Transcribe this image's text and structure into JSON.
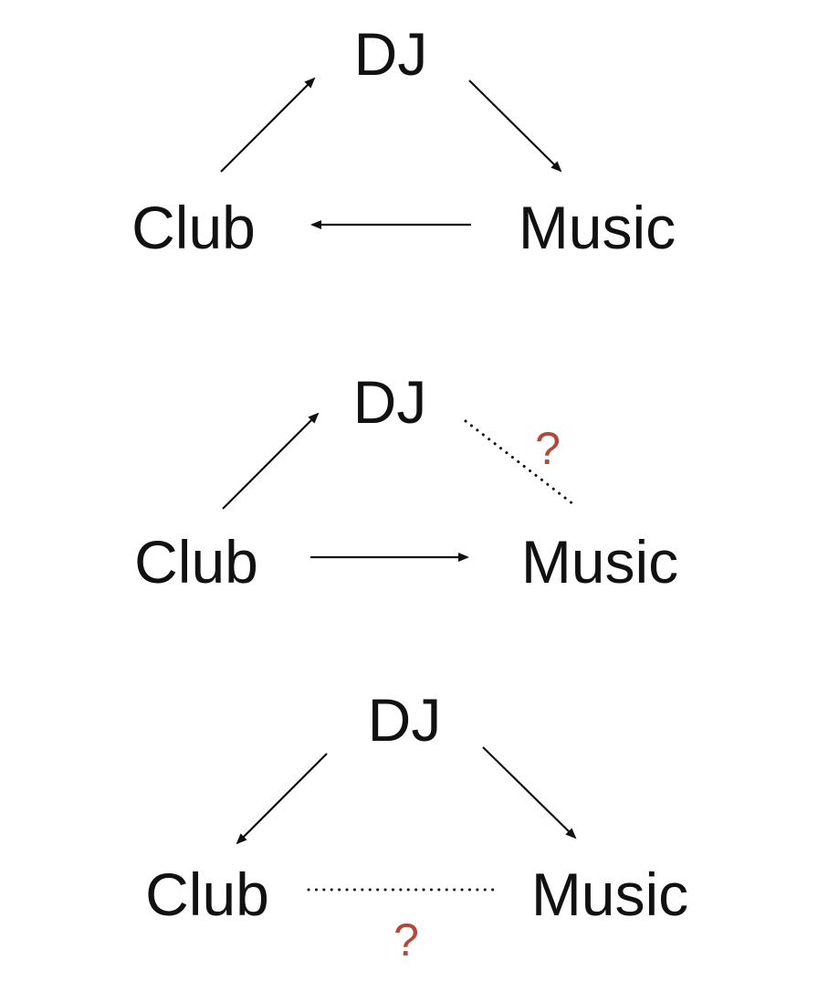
{
  "colors": {
    "text": "#111111",
    "arrow": "#111111",
    "question": "#b5473a"
  },
  "diagrams": [
    {
      "nodes": {
        "dj": "DJ",
        "club": "Club",
        "music": "Music"
      },
      "edges": [
        {
          "from": "club",
          "to": "dj",
          "style": "arrow"
        },
        {
          "from": "dj",
          "to": "music",
          "style": "arrow"
        },
        {
          "from": "music",
          "to": "club",
          "style": "arrow"
        }
      ]
    },
    {
      "nodes": {
        "dj": "DJ",
        "club": "Club",
        "music": "Music"
      },
      "edges": [
        {
          "from": "club",
          "to": "dj",
          "style": "arrow"
        },
        {
          "from": "dj",
          "to": "music",
          "style": "dotted",
          "label": "?"
        },
        {
          "from": "club",
          "to": "music",
          "style": "arrow"
        }
      ]
    },
    {
      "nodes": {
        "dj": "DJ",
        "club": "Club",
        "music": "Music"
      },
      "edges": [
        {
          "from": "dj",
          "to": "club",
          "style": "arrow"
        },
        {
          "from": "dj",
          "to": "music",
          "style": "arrow"
        },
        {
          "from": "club",
          "to": "music",
          "style": "dotted",
          "label": "?"
        }
      ]
    }
  ]
}
